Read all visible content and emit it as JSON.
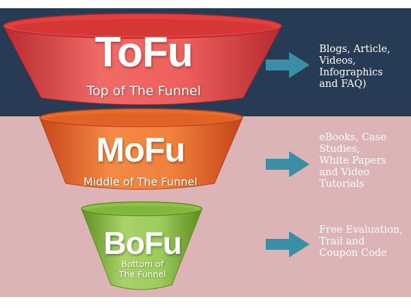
{
  "colors": {
    "top_band": "#283b55",
    "bottom_band": "#ddb4b6",
    "tofu": "#e64c4c",
    "mofu": "#ec6a2a",
    "bofu": "#8fc449",
    "arrow": "#3a8fa7"
  },
  "stages": [
    {
      "key": "tofu",
      "title": "ToFu",
      "subtitle": "Top of The Funnel",
      "arrow_icon": "arrow-right-icon",
      "description": "Blogs, Article,\nVideos,\nInfographics\nand FAQ)"
    },
    {
      "key": "mofu",
      "title": "MoFu",
      "subtitle": "Middle of The Funnel",
      "arrow_icon": "arrow-right-icon",
      "description": "eBooks, Case\nStudies,\nWhite Papers\nand Video\nTutorials"
    },
    {
      "key": "bofu",
      "title": "BoFu",
      "subtitle": "Bottom of\nThe Funnel",
      "arrow_icon": "arrow-right-icon",
      "description": "Free Evaluation,\nTrail and\nCoupon Code"
    }
  ]
}
